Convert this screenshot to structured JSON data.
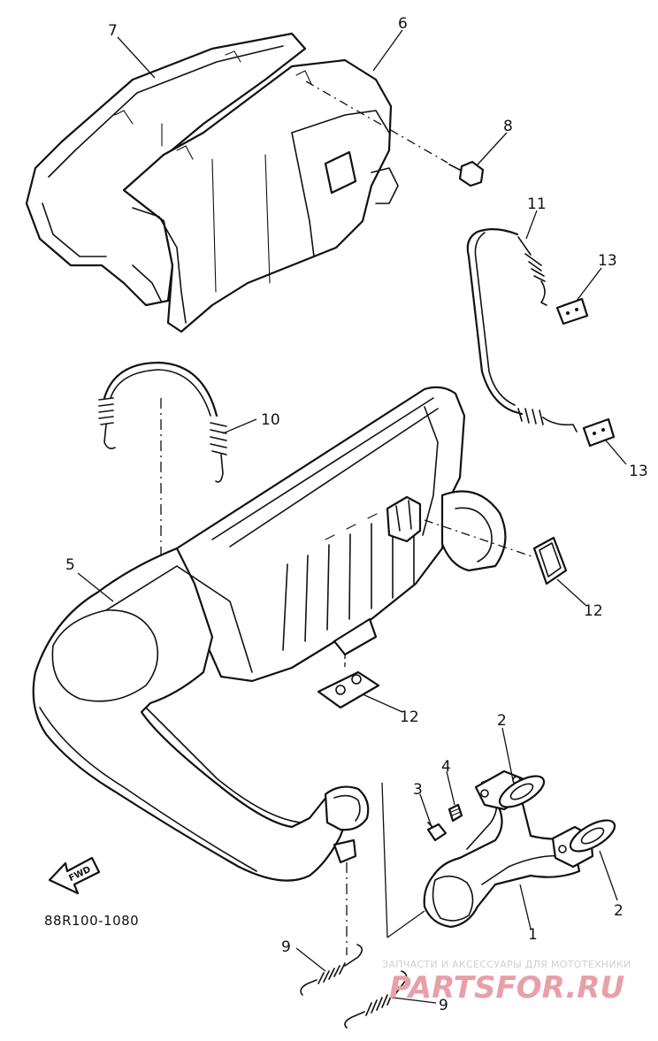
{
  "diagram": {
    "part_code": "88R100-1080",
    "fwd_label": "FWD",
    "callouts": {
      "c1": "1",
      "c2a": "2",
      "c2b": "2",
      "c3": "3",
      "c4": "4",
      "c5": "5",
      "c6": "6",
      "c7": "7",
      "c8": "8",
      "c9a": "9",
      "c9b": "9",
      "c10": "10",
      "c11": "11",
      "c12a": "12",
      "c12b": "12",
      "c13a": "13",
      "c13b": "13"
    }
  },
  "watermark": {
    "tagline": "ЗАПЧАСТИ И АКСЕССУАРЫ ДЛЯ МОТОТЕХНИКИ",
    "brand": "PARTSFOR.RU"
  }
}
